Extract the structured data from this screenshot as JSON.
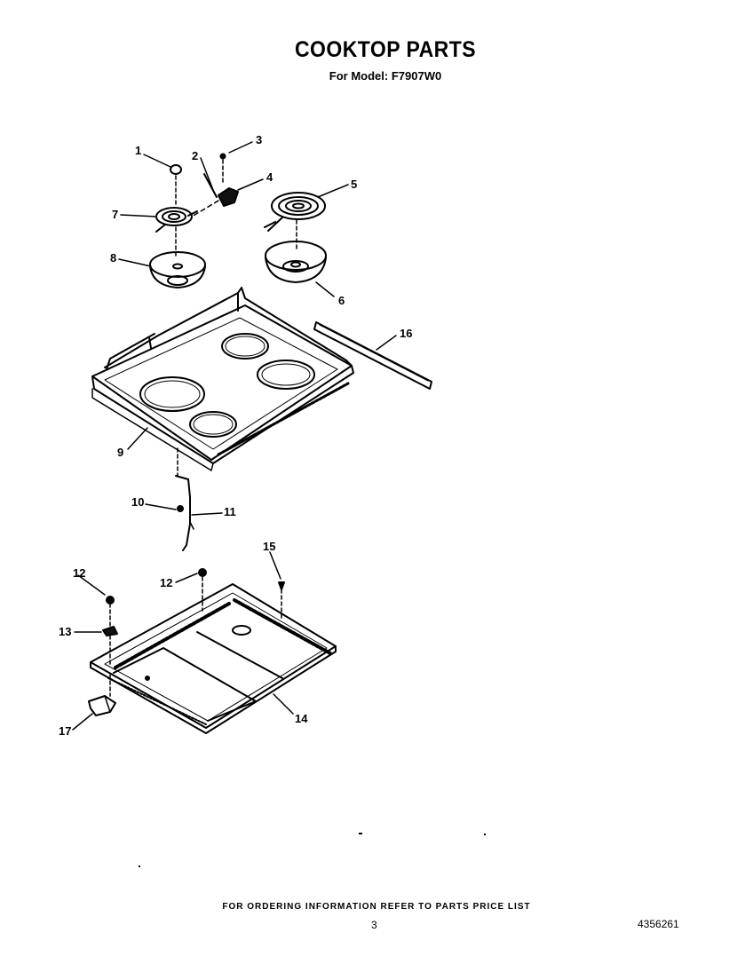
{
  "header": {
    "title": "COOKTOP PARTS",
    "subtitle": "For Model: F7907W0"
  },
  "callouts": {
    "c1": "1",
    "c2": "2",
    "c3": "3",
    "c4": "4",
    "c5": "5",
    "c6": "6",
    "c7": "7",
    "c8": "8",
    "c9": "9",
    "c10": "10",
    "c11": "11",
    "c12a": "12",
    "c12b": "12",
    "c13": "13",
    "c14": "14",
    "c15": "15",
    "c16": "16",
    "c17": "17"
  },
  "footer": {
    "ordering_note": "FOR ORDERING INFORMATION REFER TO PARTS PRICE LIST",
    "page_number": "3",
    "document_number": "4356261"
  }
}
